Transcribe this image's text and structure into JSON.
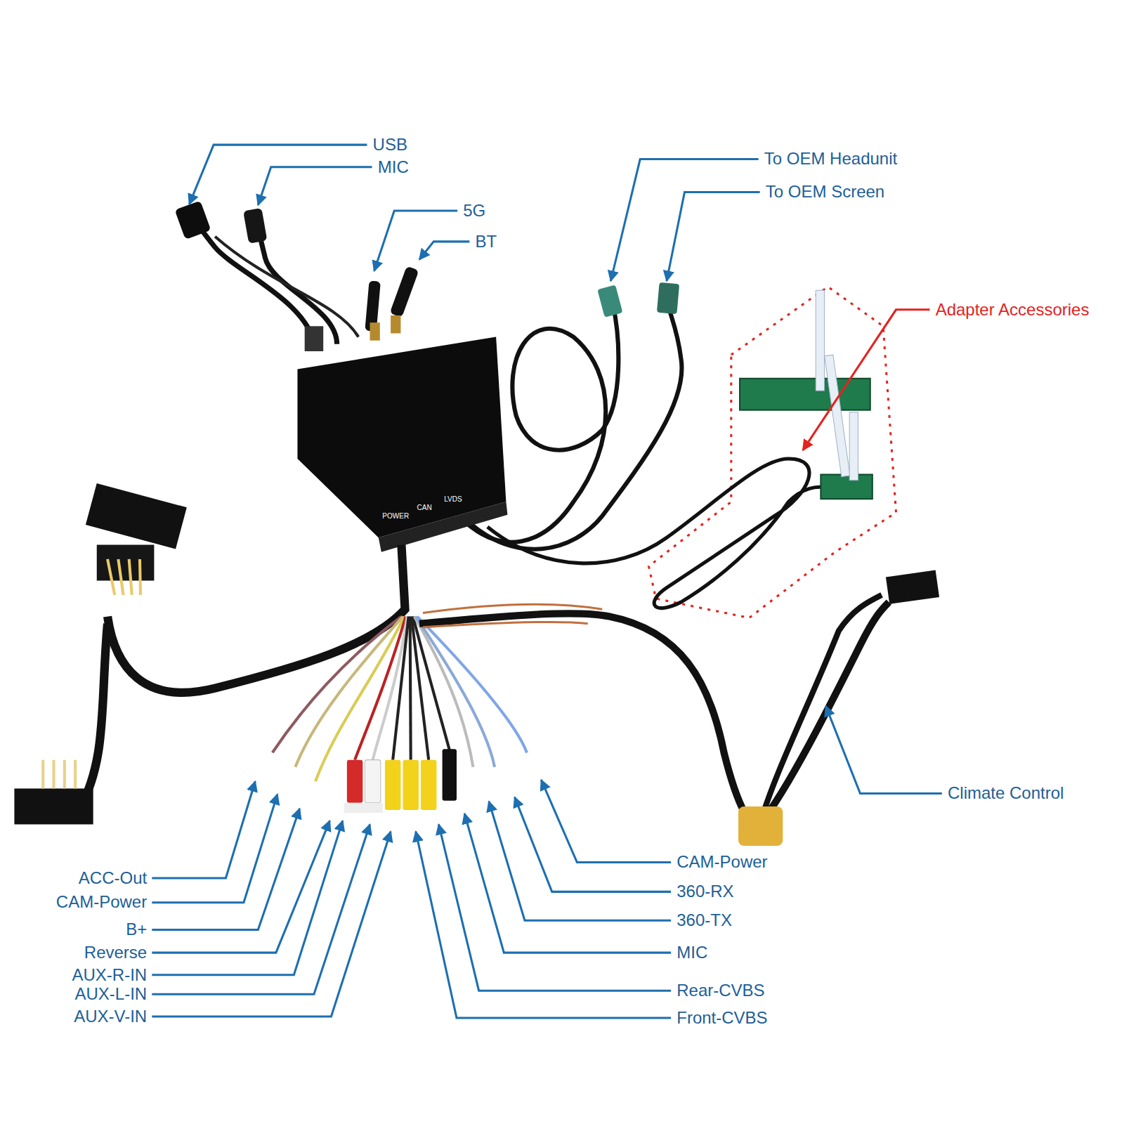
{
  "diagram": {
    "labels": [
      "USB",
      "MIC",
      "5G",
      "BT",
      "To OEM Headunit",
      "To OEM Screen",
      "Adapter Accessories",
      "Climate Control",
      "POWER",
      "CAN",
      "LVDS",
      "ACC-Out",
      "CAM-Power",
      "B+",
      "Reverse",
      "AUX-R-IN",
      "AUX-L-IN",
      "AUX-V-IN",
      "CAM-Power",
      "360-RX",
      "360-TX",
      "MIC",
      "Rear-CVBS",
      "Front-CVBS"
    ]
  }
}
